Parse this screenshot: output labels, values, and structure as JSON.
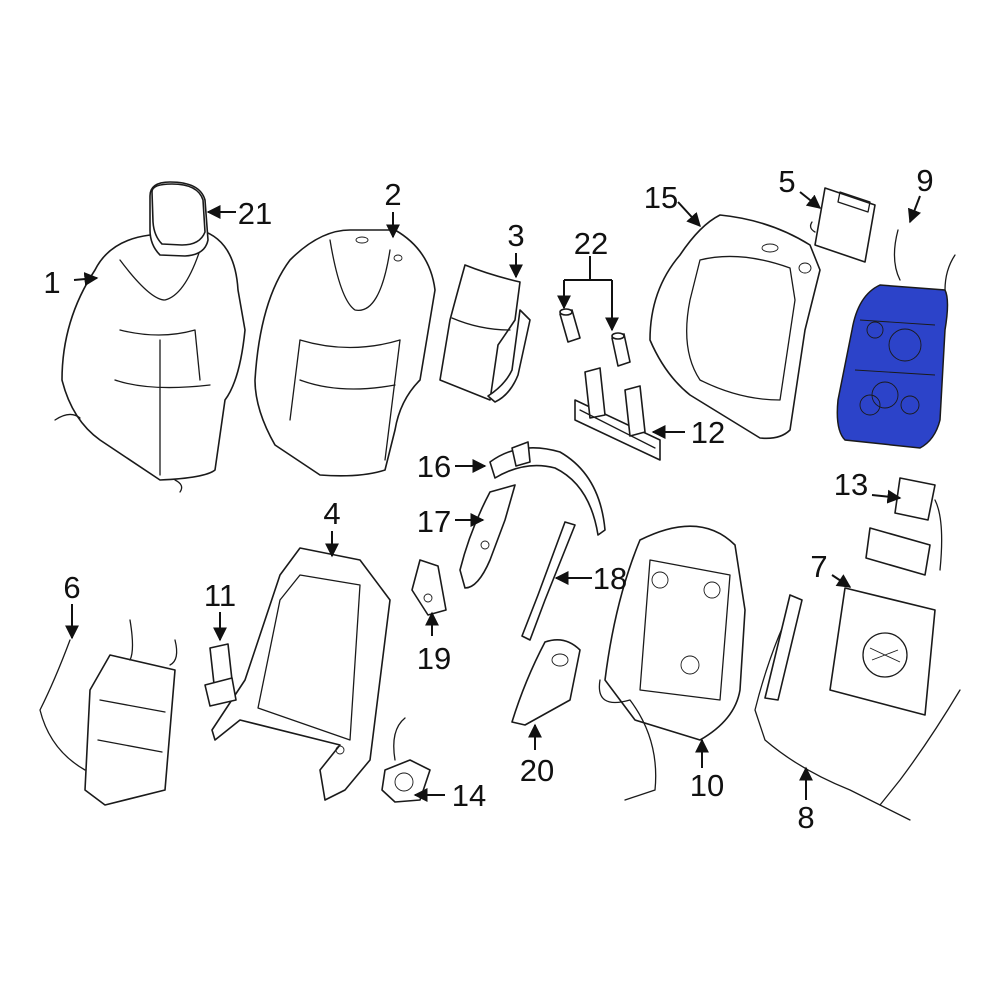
{
  "labels": {
    "p1": "1",
    "p2": "2",
    "p3": "3",
    "p4": "4",
    "p5": "5",
    "p6": "6",
    "p7": "7",
    "p8": "8",
    "p9": "9",
    "p10": "10",
    "p11": "11",
    "p12": "12",
    "p13": "13",
    "p14": "14",
    "p15": "15",
    "p16": "16",
    "p17": "17",
    "p18": "18",
    "p19": "19",
    "p20": "20",
    "p21": "21",
    "p22": "22"
  },
  "colors": {
    "highlight": "#2c43c9",
    "line": "#1a1a1a"
  }
}
